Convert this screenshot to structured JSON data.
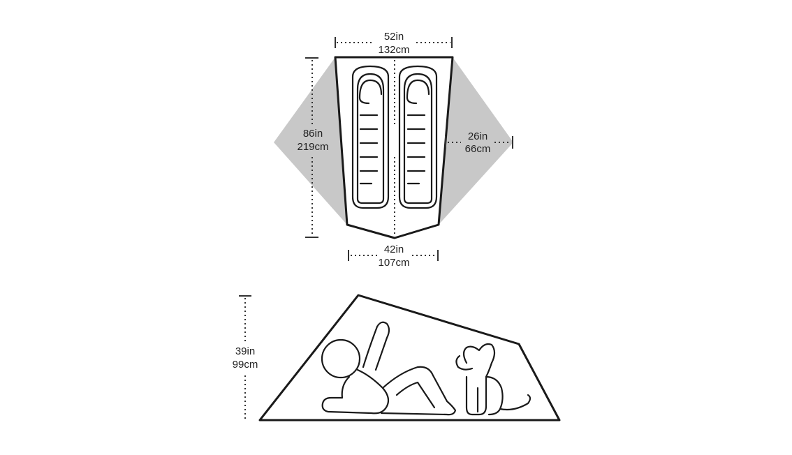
{
  "floor_plan": {
    "top_width": {
      "in": "52in",
      "cm": "132cm"
    },
    "length": {
      "in": "86in",
      "cm": "219cm"
    },
    "vestibule_depth": {
      "in": "26in",
      "cm": "66cm"
    },
    "bottom_width": {
      "in": "42in",
      "cm": "107cm"
    },
    "vestibule_color": "#c8c8c8"
  },
  "side_profile": {
    "peak_height": {
      "in": "39in",
      "cm": "99cm"
    }
  }
}
